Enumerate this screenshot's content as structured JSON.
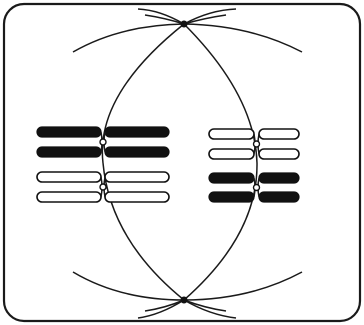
{
  "figure": {
    "kind": "cell-division",
    "frame_color": "#1a1a1a",
    "background": "#ffffff"
  },
  "spindle": {
    "poles": [
      "top",
      "bottom"
    ],
    "pole_color": "#111111"
  },
  "chromosome_groups": [
    {
      "position": "left",
      "pairs": [
        {
          "tone": "dark",
          "color": "#111111"
        },
        {
          "tone": "dark",
          "color": "#111111"
        },
        {
          "tone": "light",
          "color": "#ffffff"
        },
        {
          "tone": "light",
          "color": "#ffffff"
        }
      ]
    },
    {
      "position": "right",
      "pairs": [
        {
          "tone": "light",
          "color": "#ffffff"
        },
        {
          "tone": "light",
          "color": "#ffffff"
        },
        {
          "tone": "dark",
          "color": "#111111"
        },
        {
          "tone": "dark",
          "color": "#111111"
        }
      ]
    }
  ]
}
